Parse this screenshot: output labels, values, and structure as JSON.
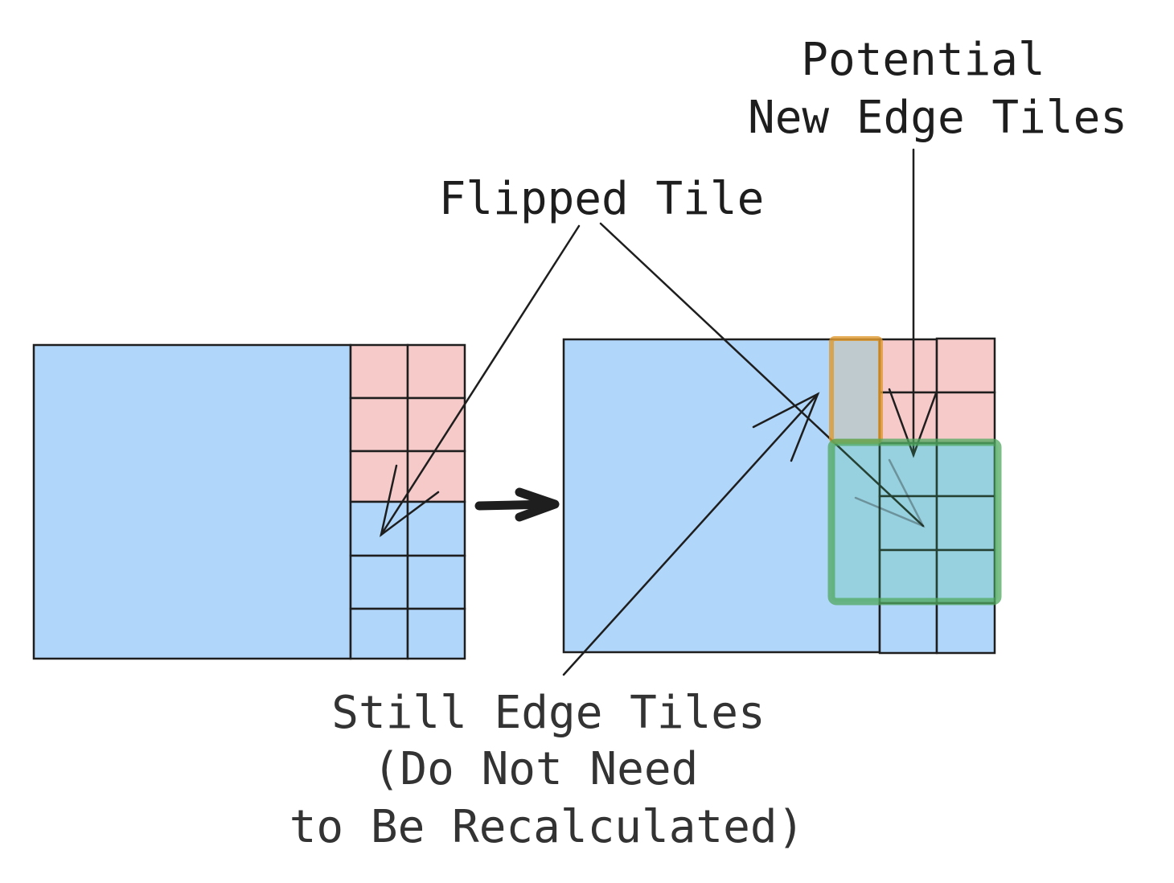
{
  "labels": {
    "potential_line1": "Potential",
    "potential_line2": "New Edge Tiles",
    "flipped": "Flipped Tile",
    "still_line1": "Still Edge Tiles",
    "still_line2": "(Do Not Need",
    "still_line3": "to Be Recalculated)"
  },
  "colors": {
    "blue": "#b0d6fa",
    "red": "#f7caca",
    "orange_highlight": "#f0a030",
    "green_highlight": "#40b060",
    "ink": "#1e1e1e"
  }
}
